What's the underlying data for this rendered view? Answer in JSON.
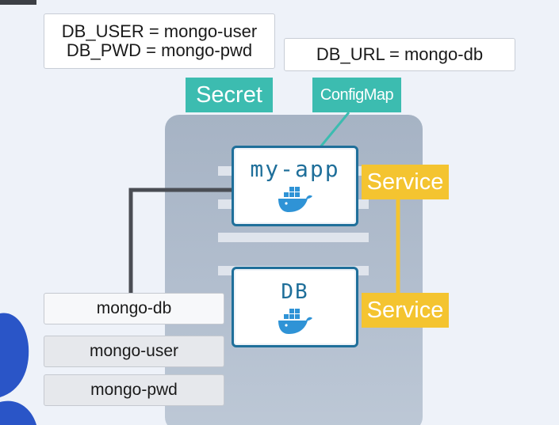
{
  "secret": {
    "values": [
      "DB_USER = mongo-user",
      "DB_PWD = mongo-pwd"
    ],
    "label": "Secret"
  },
  "configmap": {
    "value": "DB_URL = mongo-db",
    "label": "ConfigMap"
  },
  "pods": {
    "app": {
      "title": "my-app",
      "icon": "docker-whale-icon"
    },
    "db": {
      "title": "DB",
      "icon": "docker-whale-icon"
    }
  },
  "services": {
    "app_label": "Service",
    "db_label": "Service"
  },
  "left_list": [
    "mongo-db",
    "mongo-user",
    "mongo-pwd"
  ],
  "colors": {
    "teal": "#3cbcb0",
    "yellow": "#f4c430",
    "pod_border": "#1f6f9a",
    "docker_blue": "#2f93d6",
    "person_blue": "#2a55c7"
  }
}
